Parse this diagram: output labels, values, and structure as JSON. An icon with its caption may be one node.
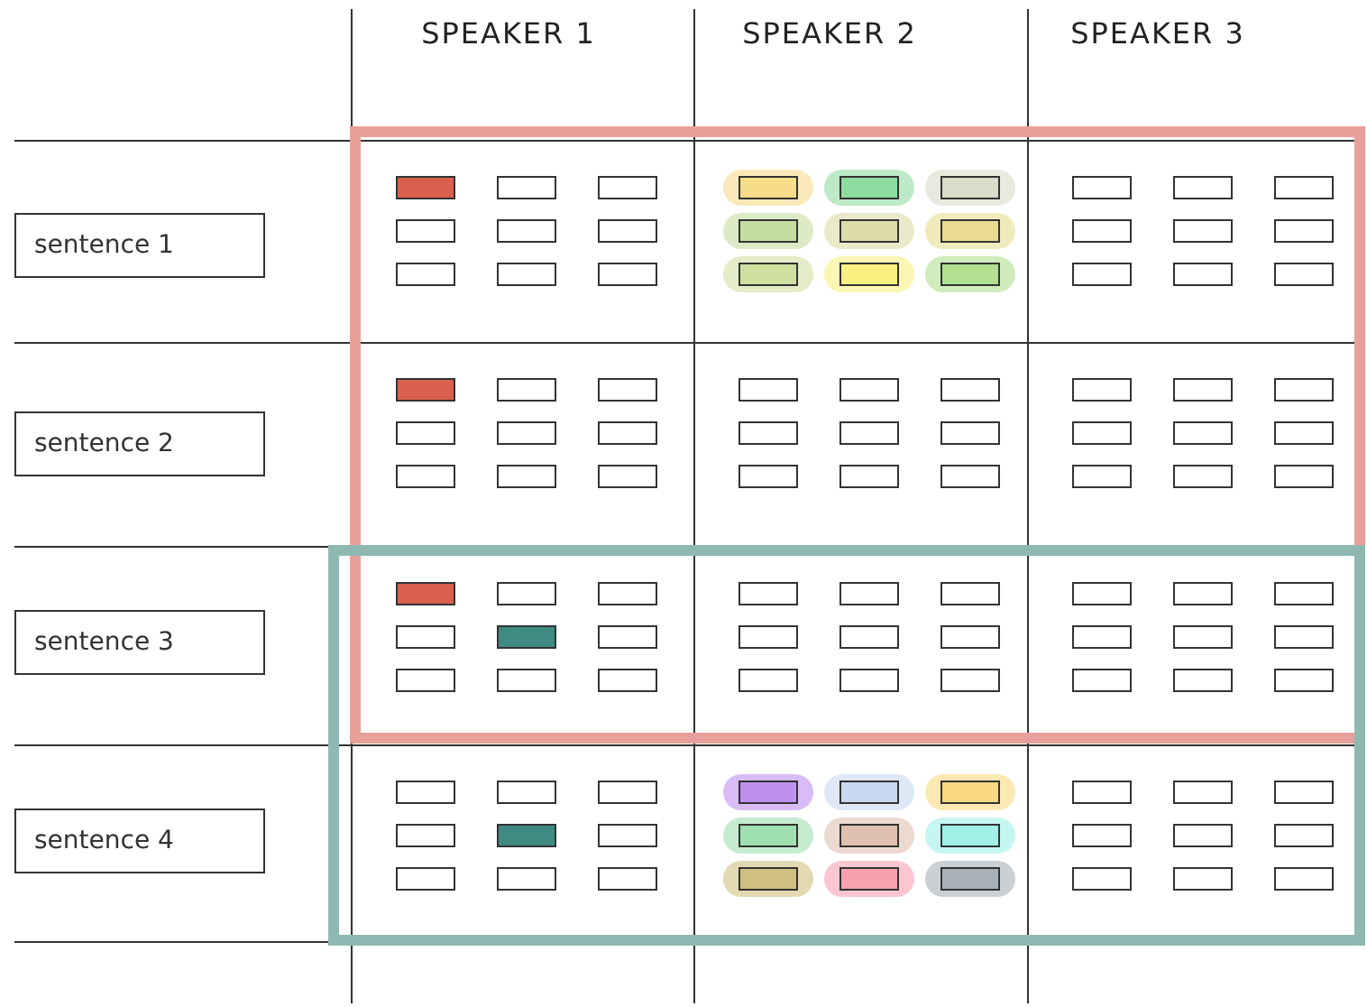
{
  "diagram": {
    "nodes": [
      {
        "text": [
          "sentence 1"
        ]
      },
      {
        "text": [
          "sentence 2"
        ]
      },
      {
        "text": [
          "sentence 3"
        ]
      },
      {
        "text": [
          "sentence 4"
        ]
      }
    ],
    "edges": [],
    "labels": [
      "SPEAKER 1",
      "SPEAKER 2",
      "SPEAKER 3"
    ]
  }
}
